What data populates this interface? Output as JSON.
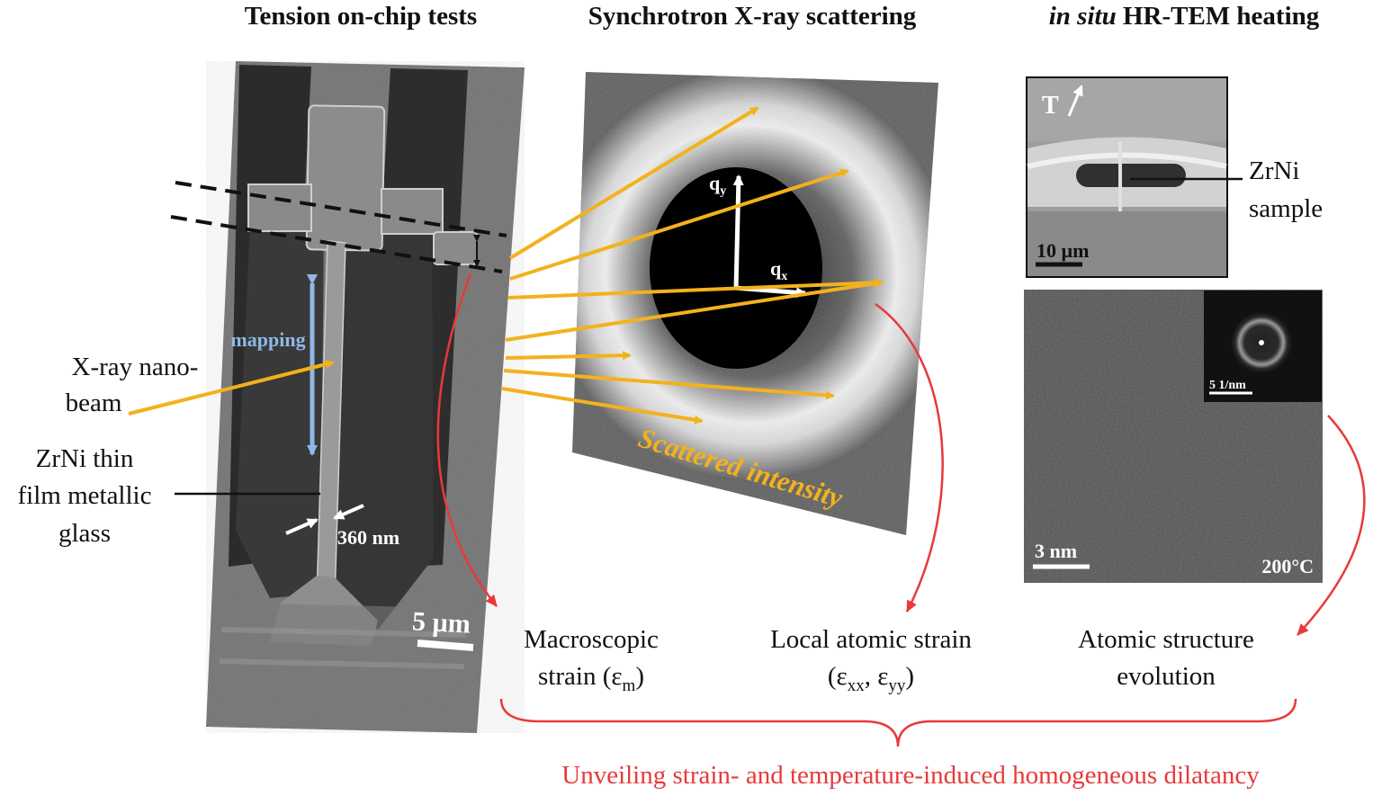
{
  "headers": {
    "tension": "Tension on-chip tests",
    "synchrotron": "Synchrotron X-ray scattering",
    "tem_italic": "in situ",
    "tem_rest": " HR-TEM heating"
  },
  "sem": {
    "mapping_label": "mapping",
    "width_label": "360 nm",
    "scale_label": "5 µm"
  },
  "left_labels": {
    "xray_line1": "X-ray nano-",
    "xray_line2": "beam",
    "film_line1": "ZrNi thin",
    "film_line2": "film metallic",
    "film_line3": "glass"
  },
  "pattern": {
    "qy": "q",
    "qy_sub": "y",
    "qx": "q",
    "qx_sub": "x",
    "intensity_label": "Scattered intensity"
  },
  "tem": {
    "t_label": "T",
    "sample_line1": "ZrNi",
    "sample_line2": "sample",
    "scale_top": "10 µm",
    "fft_scale": "5 1/nm",
    "scale_bottom": "3 nm",
    "temperature": "200°C"
  },
  "outcomes": {
    "macro_line1": "Macroscopic",
    "macro_line2_pre": "strain (ε",
    "macro_line2_sub": "m",
    "macro_line2_post": ")",
    "local_line1": "Local atomic strain",
    "local_pre": "(ε",
    "local_sub1": "xx",
    "local_mid": ", ε",
    "local_sub2": "yy",
    "local_post": ")",
    "atomic_line1": "Atomic structure",
    "atomic_line2": "evolution"
  },
  "conclusion": "Unveiling strain- and temperature-induced homogeneous dilatancy",
  "colors": {
    "beam": "#f2b21c",
    "red": "#e8393a",
    "mapping": "#8fb8e6",
    "text": "#111111"
  }
}
